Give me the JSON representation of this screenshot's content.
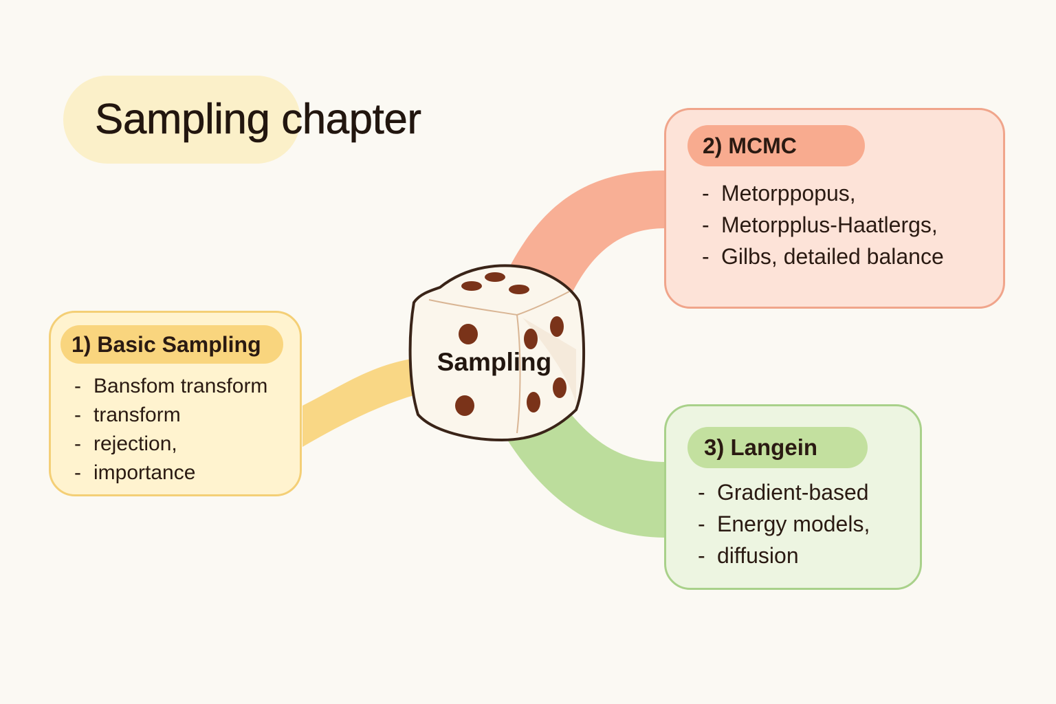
{
  "title": "Sampling chapter",
  "center": {
    "label": "Sampling",
    "icon": "dice-icon"
  },
  "colors": {
    "background": "#fbf9f3",
    "basic": "#f9d57e",
    "mcmc": "#f8ab8f",
    "langevin": "#c3e09f",
    "dice_pips": "#7a3319"
  },
  "branches": [
    {
      "heading": "1) Basic Sampling",
      "items": [
        "Bansfom transform",
        "transform",
        "rejection,",
        "importance"
      ]
    },
    {
      "heading": "2) MCMC",
      "items": [
        "Metorppopus,",
        "Metorpplus-Haatlergs,",
        "Gilbs, detailed balance"
      ]
    },
    {
      "heading": "3) Langein",
      "items": [
        "Gradient-based",
        "Energy models,",
        "diffusion"
      ]
    }
  ]
}
